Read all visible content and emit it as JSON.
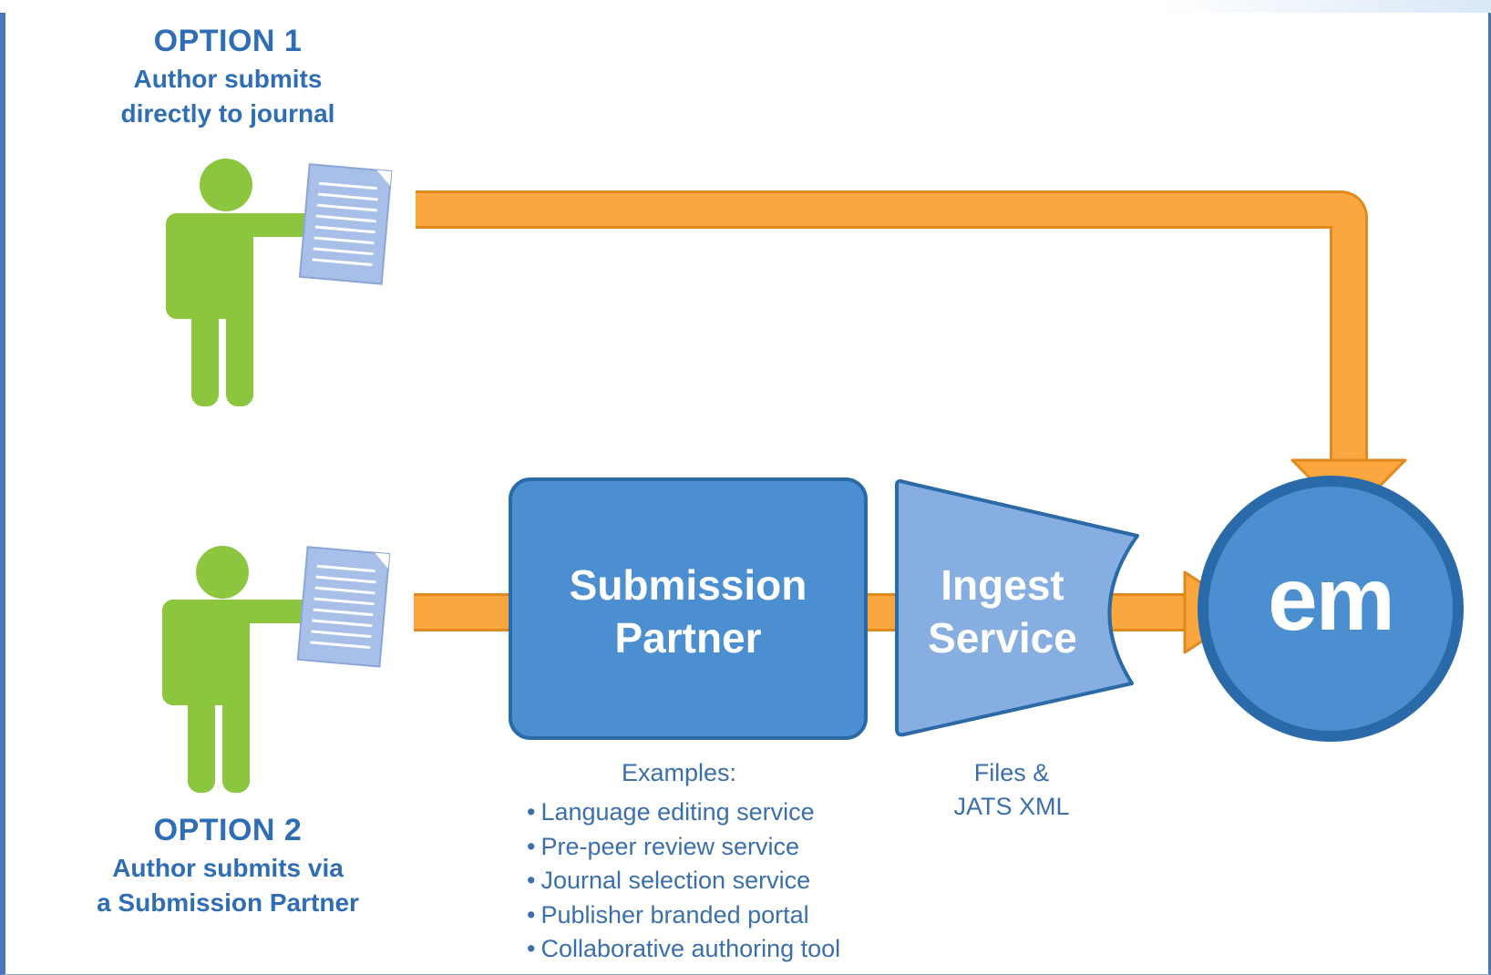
{
  "option1": {
    "title": "OPTION 1",
    "line1": "Author submits",
    "line2": "directly to journal"
  },
  "option2": {
    "title": "OPTION 2",
    "line1": "Author submits via",
    "line2": "a Submission Partner"
  },
  "submission_partner": {
    "line1": "Submission",
    "line2": "Partner"
  },
  "ingest_service": {
    "line1": "Ingest",
    "line2": "Service"
  },
  "em_label": "em",
  "examples": {
    "heading": "Examples:",
    "items": [
      "Language editing service",
      "Pre-peer review service",
      "Journal selection service",
      "Publisher branded portal",
      "Collaborative authoring tool"
    ]
  },
  "files_note": {
    "line1": "Files &",
    "line2": "JATS XML"
  },
  "colors": {
    "person": "#8cc63f",
    "arrow": "#f9a73e",
    "arrow_outline": "#e08a1e",
    "box_fill": "#4b8fd0",
    "box_stroke": "#2b6aa8",
    "ingest_fill": "#87aee0",
    "text_blue": "#2f6db5",
    "document": "#a8c0e8"
  }
}
